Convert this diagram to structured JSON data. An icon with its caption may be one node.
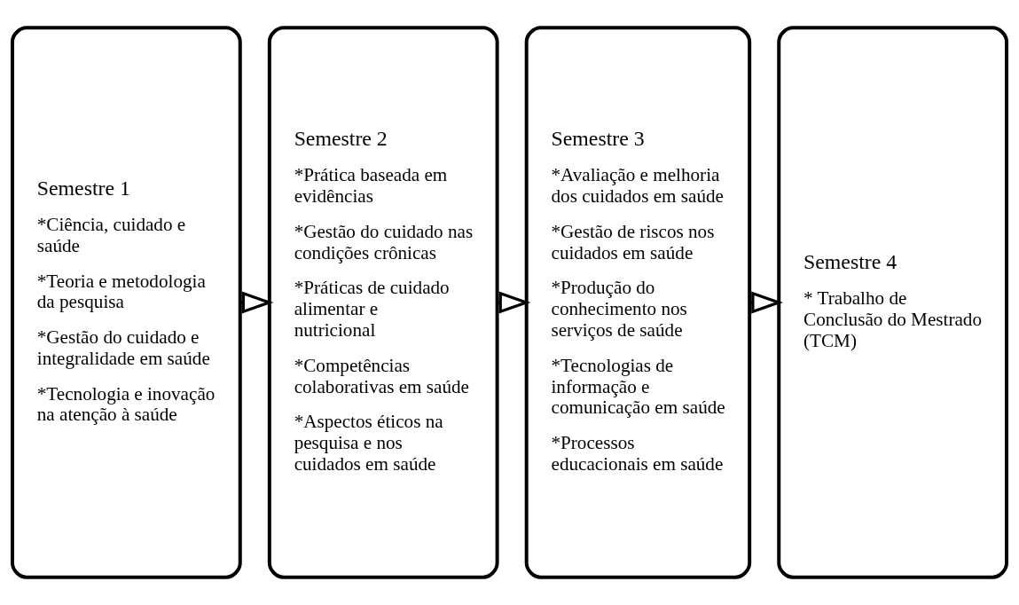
{
  "diagram": {
    "nodes": [
      {
        "text": [
          "Semestre 1",
          "*Ciência, cuidado e saúde",
          "*Teoria e metodologia da pesquisa",
          "*Gestão do cuidado e integralidade em saúde",
          "*Tecnologia e inovação na atenção à saúde"
        ]
      },
      {
        "text": [
          "Semestre 2",
          "*Prática baseada em evidências",
          "*Gestão do cuidado nas condições crônicas",
          "*Práticas de cuidado alimentar e nutricional",
          "*Competências colaborativas em saúde",
          "*Aspectos éticos na pesquisa e nos cuidados em saúde"
        ]
      },
      {
        "text": [
          "Semestre 3",
          "*Avaliação e melhoria dos cuidados em saúde",
          "*Gestão de riscos nos cuidados em saúde",
          "*Produção do conhecimento nos serviços de saúde",
          "*Tecnologias de informação e comunicação em saúde",
          "*Processos educacionais em saúde"
        ]
      },
      {
        "text": [
          "Semestre 4",
          "* Trabalho de Conclusão do Mestrado (TCM)"
        ]
      }
    ],
    "edges": [
      {
        "from": 0,
        "to": 1,
        "arrow": "to"
      },
      {
        "from": 1,
        "to": 2,
        "arrow": "to"
      },
      {
        "from": 2,
        "to": 3,
        "arrow": "to"
      }
    ]
  }
}
